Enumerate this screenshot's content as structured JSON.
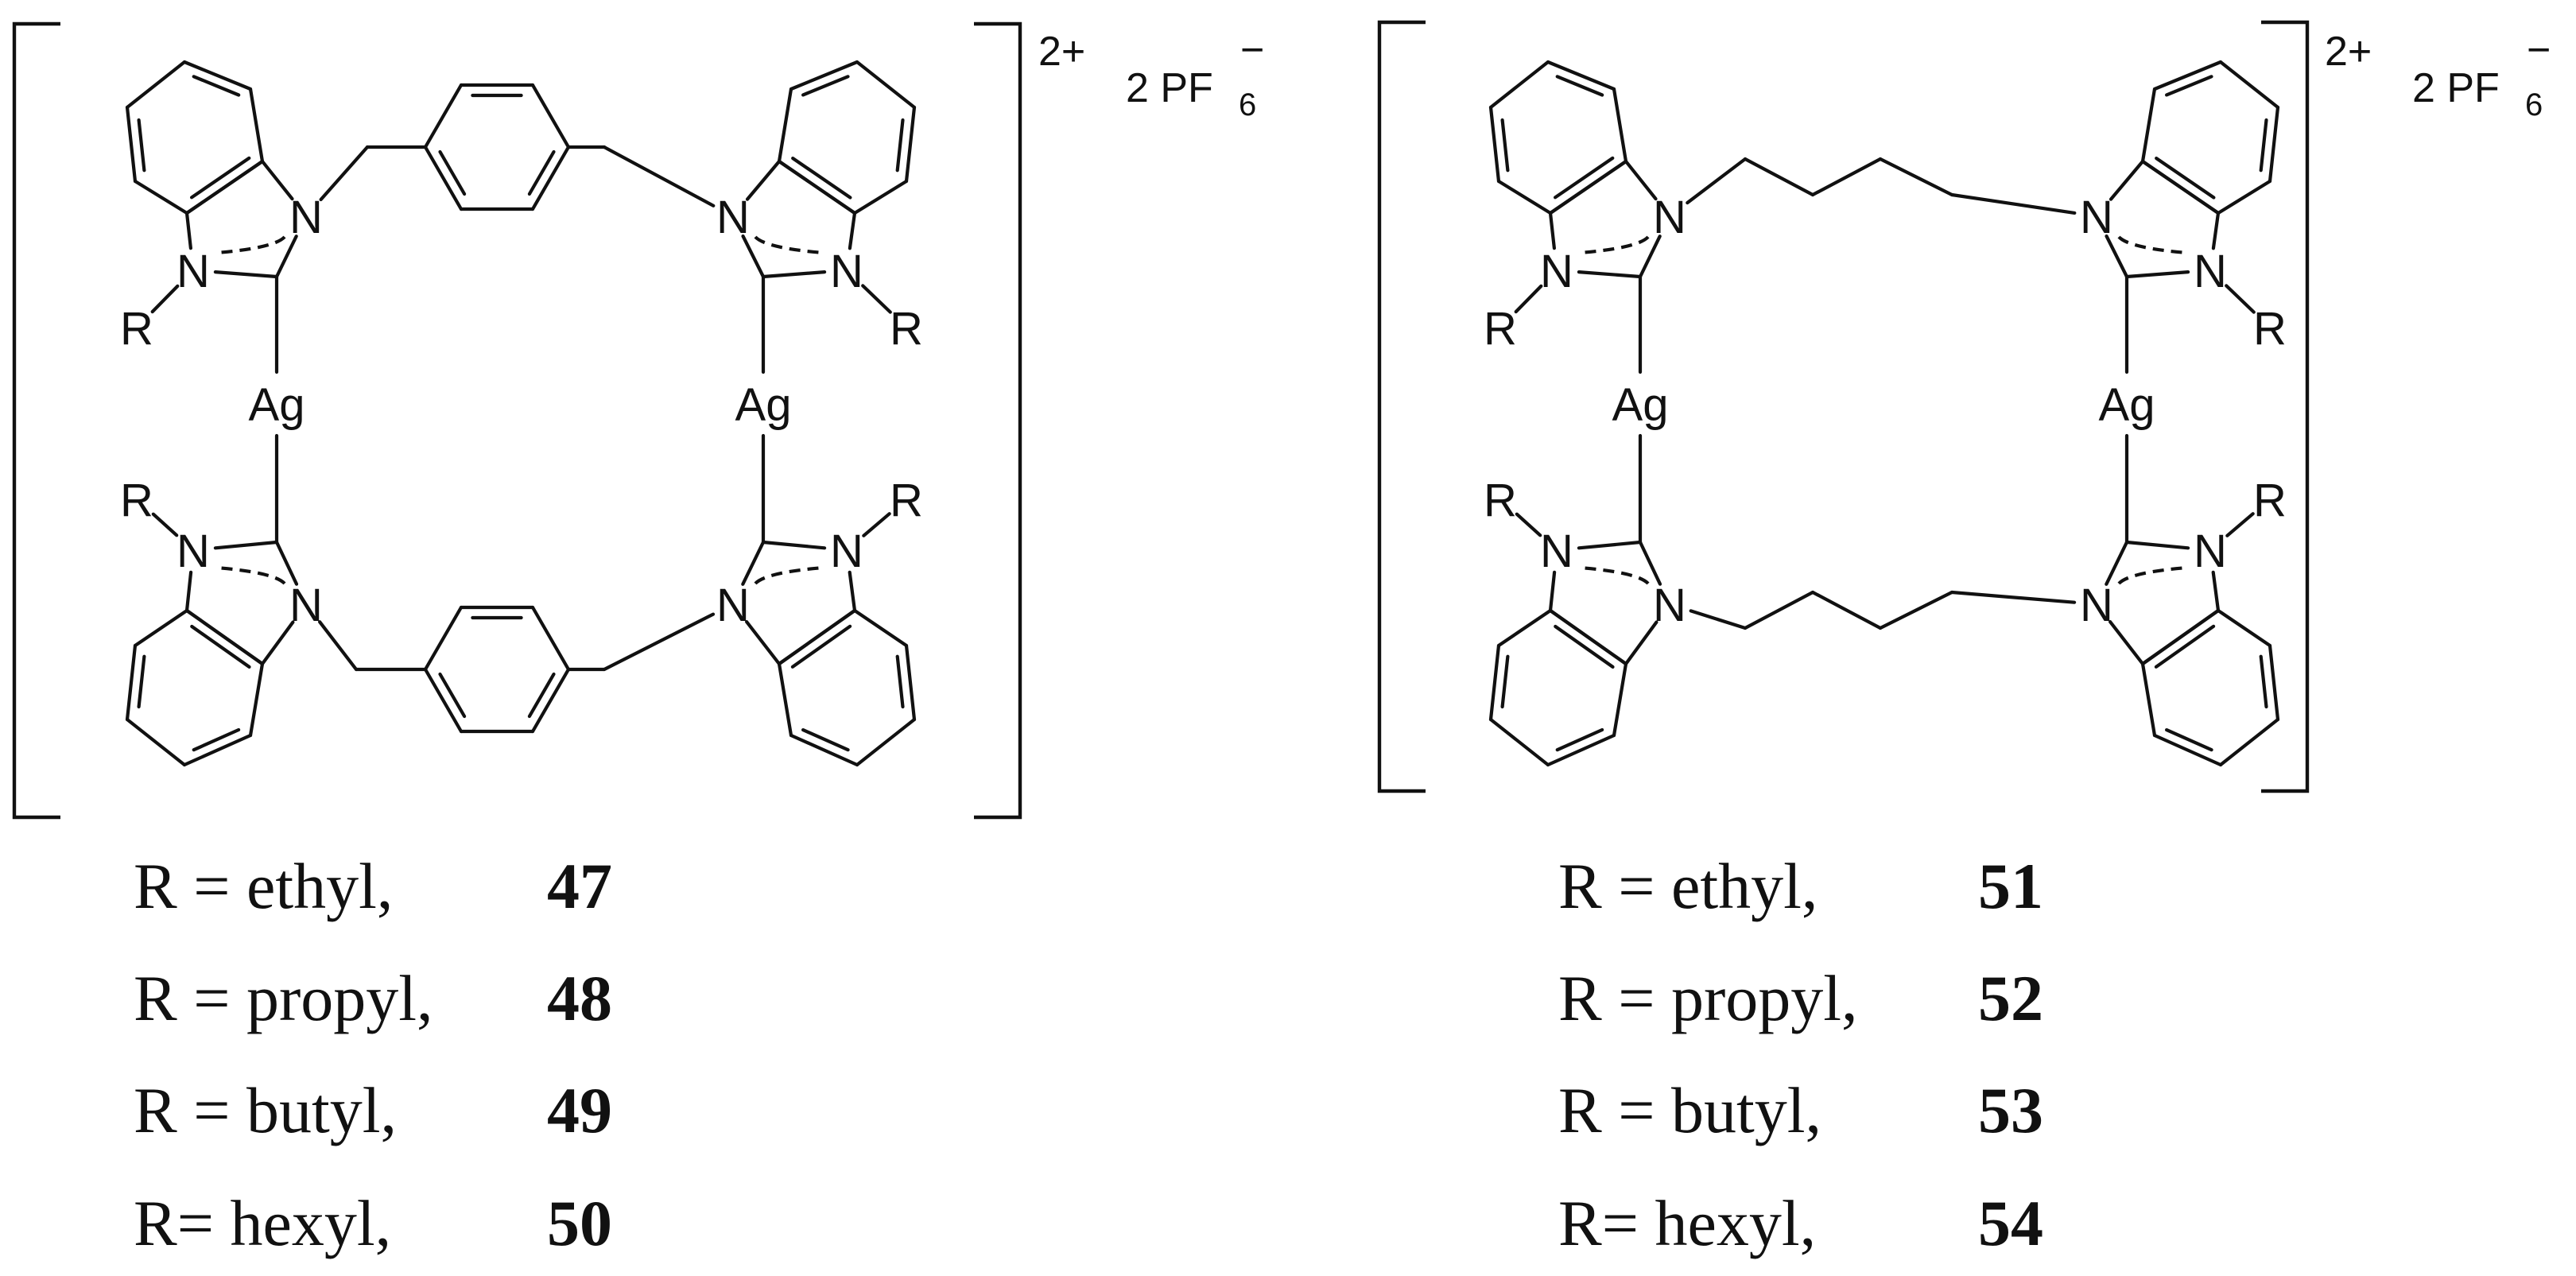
{
  "left_complex": {
    "charge": "2+",
    "counterion_prefix": "2 PF",
    "counterion_subscript": "6",
    "counterion_charge": "−",
    "metal": "Ag",
    "nitrogen": "N",
    "substituent": "R",
    "compounds": [
      {
        "label": "R = ethyl,",
        "number": "47"
      },
      {
        "label": "R = propyl,",
        "number": "48"
      },
      {
        "label": "R = butyl,",
        "number": "49"
      },
      {
        "label": "R= hexyl,",
        "number": "50"
      }
    ]
  },
  "right_complex": {
    "charge": "2+",
    "counterion_prefix": "2 PF",
    "counterion_subscript": "6",
    "counterion_charge": "−",
    "metal": "Ag",
    "nitrogen": "N",
    "substituent": "R",
    "compounds": [
      {
        "label": "R = ethyl,",
        "number": "51"
      },
      {
        "label": "R = propyl,",
        "number": "52"
      },
      {
        "label": "R = butyl,",
        "number": "53"
      },
      {
        "label": "R= hexyl,",
        "number": "54"
      }
    ]
  }
}
